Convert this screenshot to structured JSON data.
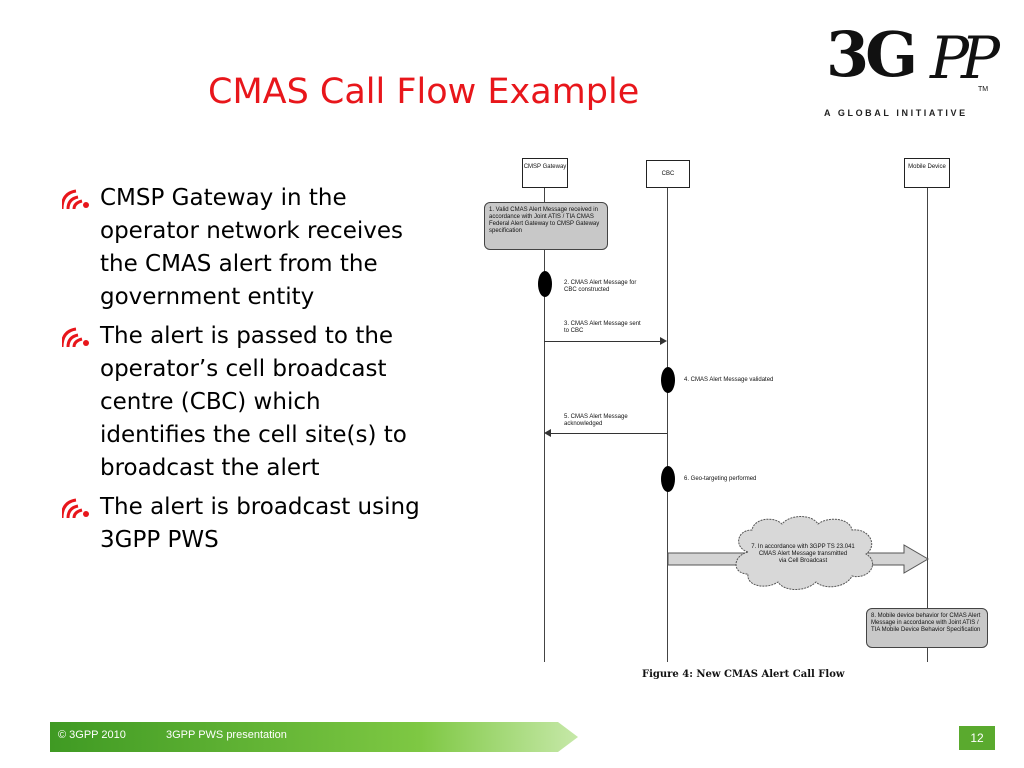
{
  "slide": {
    "title": "CMAS Call Flow Example",
    "bullets": [
      "CMSP Gateway in the\noperator network receives\nthe CMAS alert from the\ngovernment entity",
      "The alert is passed to the\noperator’s cell broadcast\ncentre (CBC) which\nidentifies the cell site(s) to\nbroadcast the alert",
      "The alert is broadcast using\n3GPP PWS"
    ]
  },
  "logo": {
    "word": "3G",
    "pp": "PP",
    "tm": "TM",
    "tagline": "A GLOBAL INITIATIVE"
  },
  "diagram": {
    "nodes": {
      "cmsp": "CMSP Gateway",
      "cbc": "CBC",
      "mobile": "Mobile Device"
    },
    "steps": {
      "s1": "1. Valid CMAS Alert Message received in accordance with Joint ATIS / TIA CMAS Federal Alert Gateway to CMSP Gateway specification",
      "s2": "2. CMAS Alert Message for\nCBC constructed",
      "s3": "3. CMAS Alert Message sent\nto CBC",
      "s4": "4. CMAS Alert Message validated",
      "s5": "5. CMAS Alert Message\nacknowledged",
      "s6": "6. Geo-targeting performed",
      "s7": "7. In accordance with 3GPP TS 23.041\nCMAS Alert Message transmitted\nvia Cell Broadcast",
      "s8": "8. Mobile device behavior for CMAS Alert Message in accordance with Joint ATIS / TIA Mobile Device Behavior Specification"
    },
    "caption": "Figure 4: New CMAS Alert Call Flow"
  },
  "footer": {
    "copyright": "© 3GPP 2010",
    "presentation": "3GPP PWS presentation",
    "page": "12"
  },
  "colors": {
    "title": "#e8161b",
    "footer_green": "#5aaa2e"
  }
}
